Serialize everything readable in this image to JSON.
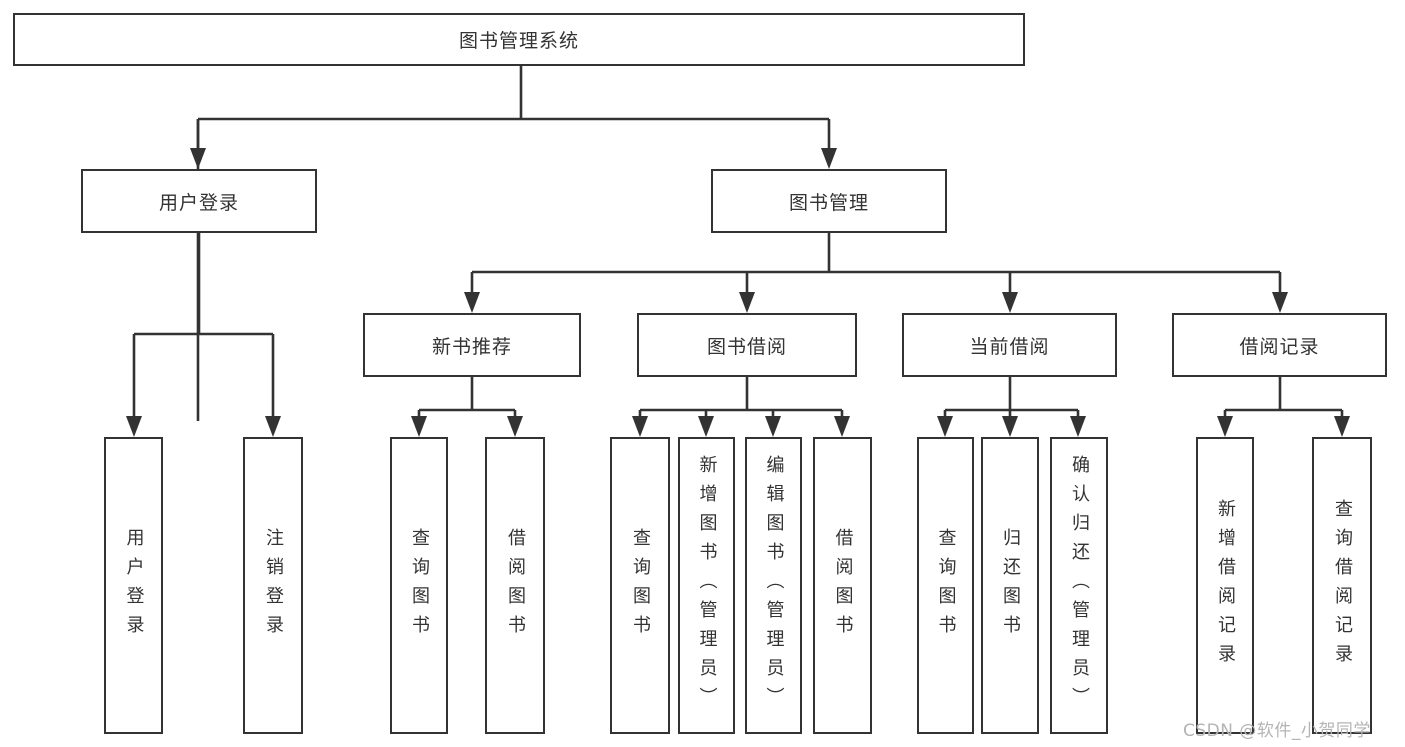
{
  "tree": {
    "root": {
      "label": "图书管理系统"
    },
    "level2": [
      {
        "label": "用户登录"
      },
      {
        "label": "图书管理"
      }
    ],
    "level3": [
      {
        "label": "新书推荐"
      },
      {
        "label": "图书借阅"
      },
      {
        "label": "当前借阅"
      },
      {
        "label": "借阅记录"
      }
    ],
    "leaves": {
      "login": [
        "用户登录",
        "注销登录"
      ],
      "new_books": [
        "查询图书",
        "借阅图书"
      ],
      "borrow": [
        "查询图书",
        "新增图书（管理员）",
        "编辑图书（管理员）",
        "借阅图书"
      ],
      "current": [
        "查询图书",
        "归还图书",
        "确认归还（管理员）"
      ],
      "records": [
        "新增借阅记录",
        "查询借阅记录"
      ]
    }
  },
  "watermark": {
    "text": "CSDN @软件_小贺同学"
  },
  "colors": {
    "line": "#333333",
    "text": "#333333",
    "box_background": "#ffffff",
    "watermark": "#b4b4b4",
    "background": "#ffffff"
  }
}
